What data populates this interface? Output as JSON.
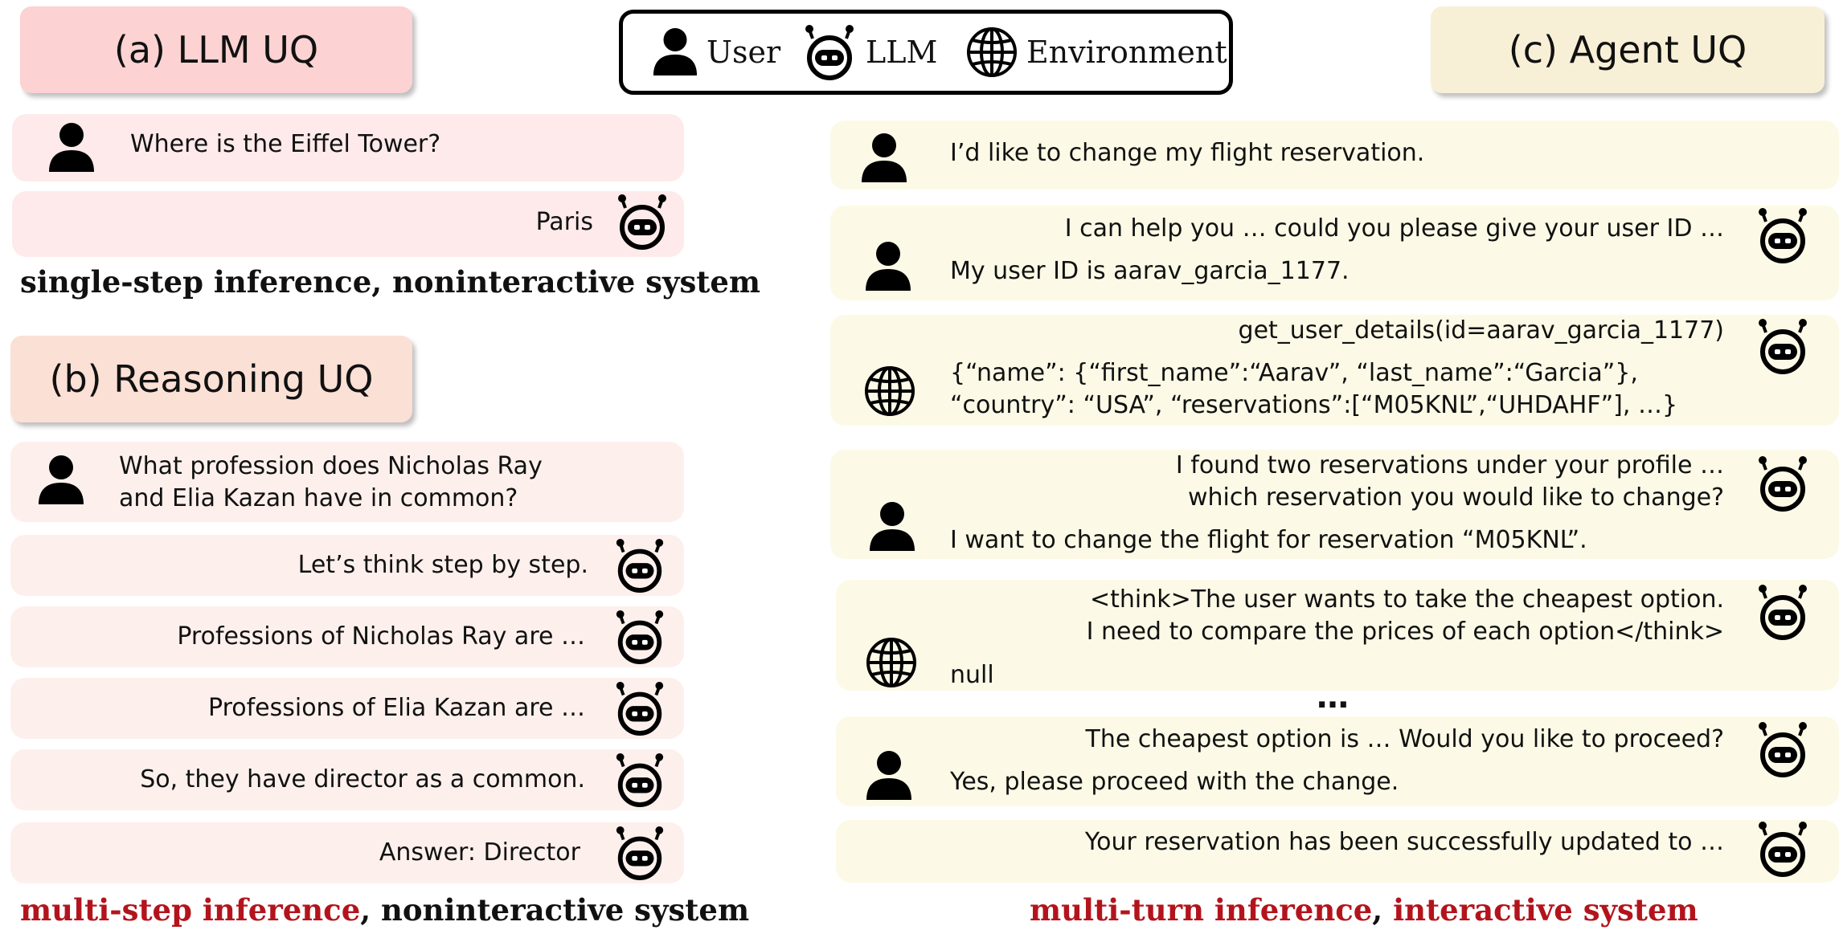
{
  "legend": {
    "user": "User",
    "llm": "LLM",
    "environment": "Environment"
  },
  "panel_a": {
    "title": "(a) LLM UQ",
    "user_msg": "Where is the Eiffel Tower?",
    "llm_msg": "Paris",
    "caption": "single-step inference, noninteractive system"
  },
  "panel_b": {
    "title": "(b) Reasoning UQ",
    "user_msg_line1": "What profession does Nicholas Ray",
    "user_msg_line2": "and Elia Kazan have in common?",
    "steps": [
      "Let’s think step by step.",
      "Professions of Nicholas Ray are …",
      "Professions of Elia Kazan are …",
      "So, they have director as a common.",
      "Answer: Director"
    ],
    "caption_red": "multi-step inference",
    "caption_sep": ", ",
    "caption_dark": "noninteractive system"
  },
  "panel_c": {
    "title": "(c) Agent UQ",
    "turn1_user": "I’d like to change my flight reservation.",
    "turn2_llm": "I can help you … could you please give your user ID …",
    "turn2_user": "My user ID is aarav_garcia_1177.",
    "turn3_llm": "get_user_details(id=aarav_garcia_1177)",
    "turn3_env_line1": "{“name”: {“first_name”:“Aarav”, “last_name”:“Garcia”},",
    "turn3_env_line2": "“country”: “USA”, “reservations”:[“M05KNL”,“UHDAHF”], …}",
    "turn4_llm_line1": "I found two reservations under your profile …",
    "turn4_llm_line2": "which reservation you would like to change?",
    "turn4_user": "I want to change the flight for reservation “M05KNL”.",
    "turn5_llm_line1": "<think>The user wants to take the cheapest option.",
    "turn5_llm_line2": "I need to compare the prices of each option</think>",
    "turn5_env": "null",
    "ellipsis": "…",
    "turn6_llm": "The cheapest option is … Would you like to proceed?",
    "turn6_user": "Yes, please proceed with the change.",
    "turn7_llm": "Your reservation has been successfully updated to …",
    "caption_red1": "multi-turn inference",
    "caption_sep": ", ",
    "caption_red2": "interactive system"
  },
  "colors": {
    "panel_a": "#feeaea",
    "panel_b": "#fdf0ec",
    "panel_c": "#fcfae6",
    "caption_red": "#b3141c"
  }
}
